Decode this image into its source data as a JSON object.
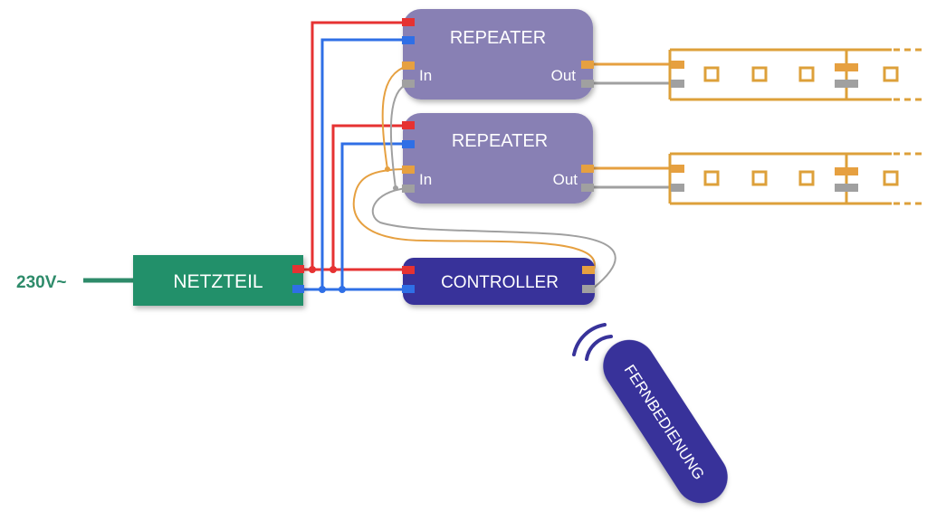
{
  "supply": {
    "label": "230V~"
  },
  "power_unit": {
    "label": "NETZTEIL"
  },
  "controller": {
    "label": "CONTROLLER"
  },
  "repeaters": [
    {
      "label": "REPEATER",
      "in_label": "In",
      "out_label": "Out"
    },
    {
      "label": "REPEATER",
      "in_label": "In",
      "out_label": "Out"
    }
  ],
  "remote": {
    "label": "FERNBEDIENUNG"
  },
  "colors": {
    "mains": "#2e8b6a",
    "power_unit": "#22906a",
    "repeater": "#8880b4",
    "controller": "#38339a",
    "positive_wire": "#e63232",
    "negative_wire": "#2f6fe6",
    "data_wire": "#e6a040",
    "clock_wire": "#a0a0a0",
    "led_strip": "#dda03a"
  }
}
